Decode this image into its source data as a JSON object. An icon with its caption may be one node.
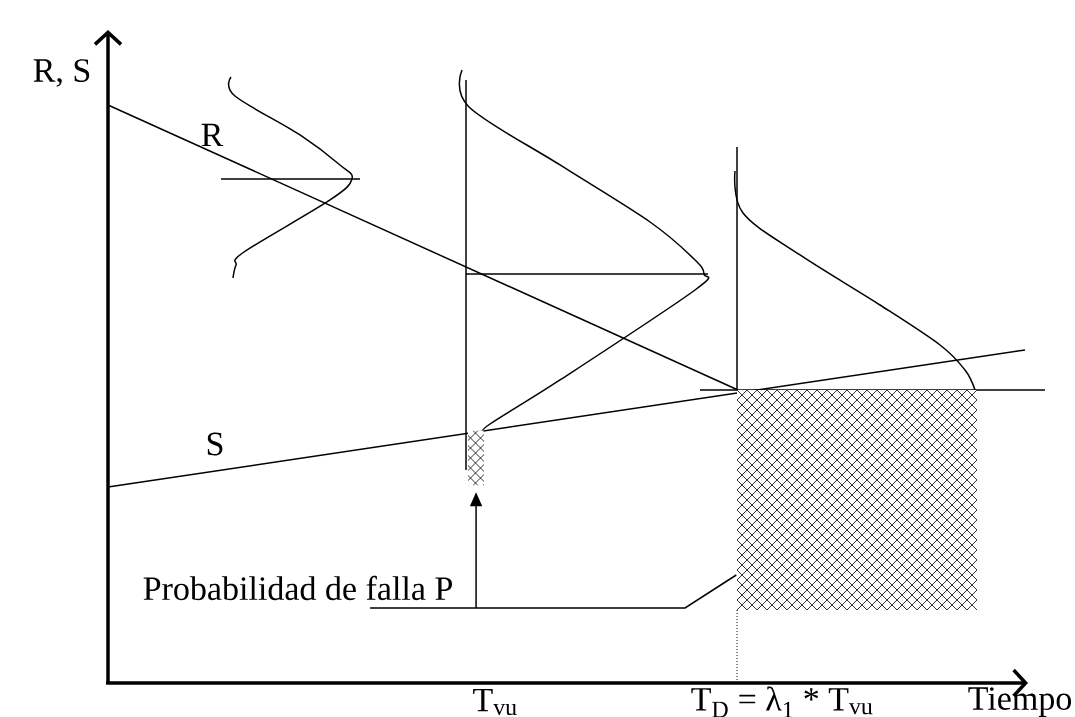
{
  "diagram": {
    "nodes": [
      {
        "text": [
          "Probabilidad de falla P"
        ]
      },
      {
        "text": [],
        "shape": "box"
      },
      {
        "text": [],
        "shape": "box"
      }
    ],
    "edges": [
      {
        "from": 0,
        "to": 1,
        "arrow": "to"
      },
      {
        "from": 0,
        "to": 2,
        "arrow": "none"
      }
    ],
    "labels": [
      "R, S",
      "R",
      "S",
      "T$_{vu}$",
      "T$_{D}$ = λ$_{1}$ * T$_{vu}$",
      "Tiempo"
    ]
  }
}
